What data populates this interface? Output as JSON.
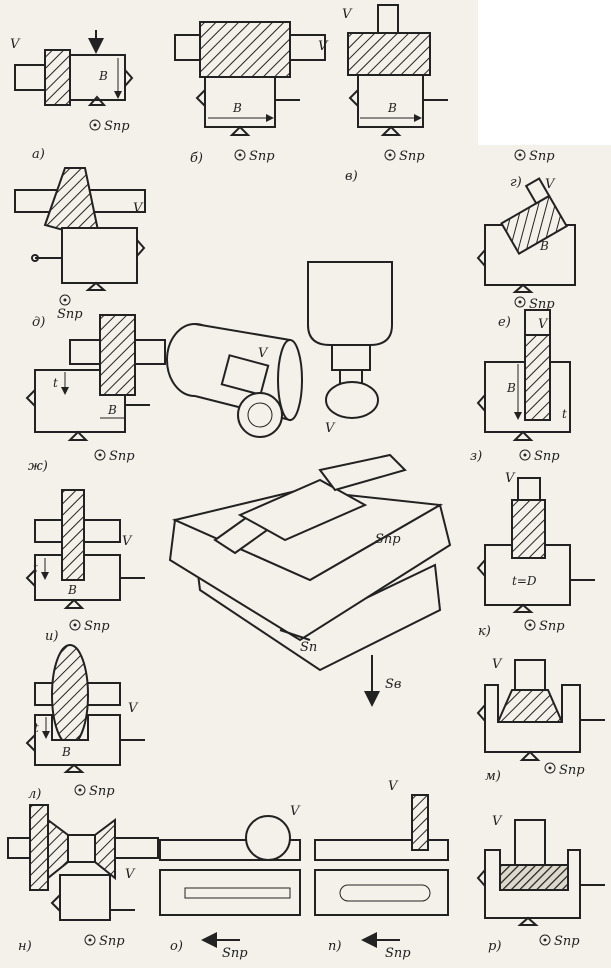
{
  "labels": {
    "a": "а)",
    "b": "б)",
    "v": "в)",
    "g": "г)",
    "d": "д)",
    "e": "е)",
    "zh": "ж)",
    "z": "з)",
    "i": "и)",
    "k": "к)",
    "l": "л)",
    "m": "м)",
    "n": "н)",
    "o": "о)",
    "p": "п)",
    "r": "р)"
  },
  "symbols": {
    "velocity": "V",
    "feed_longitudinal": "Sпр",
    "feed_transverse": "Sп",
    "feed_vertical": "Sв",
    "width": "B",
    "depth": "t",
    "diameter_eq": "t=D"
  }
}
